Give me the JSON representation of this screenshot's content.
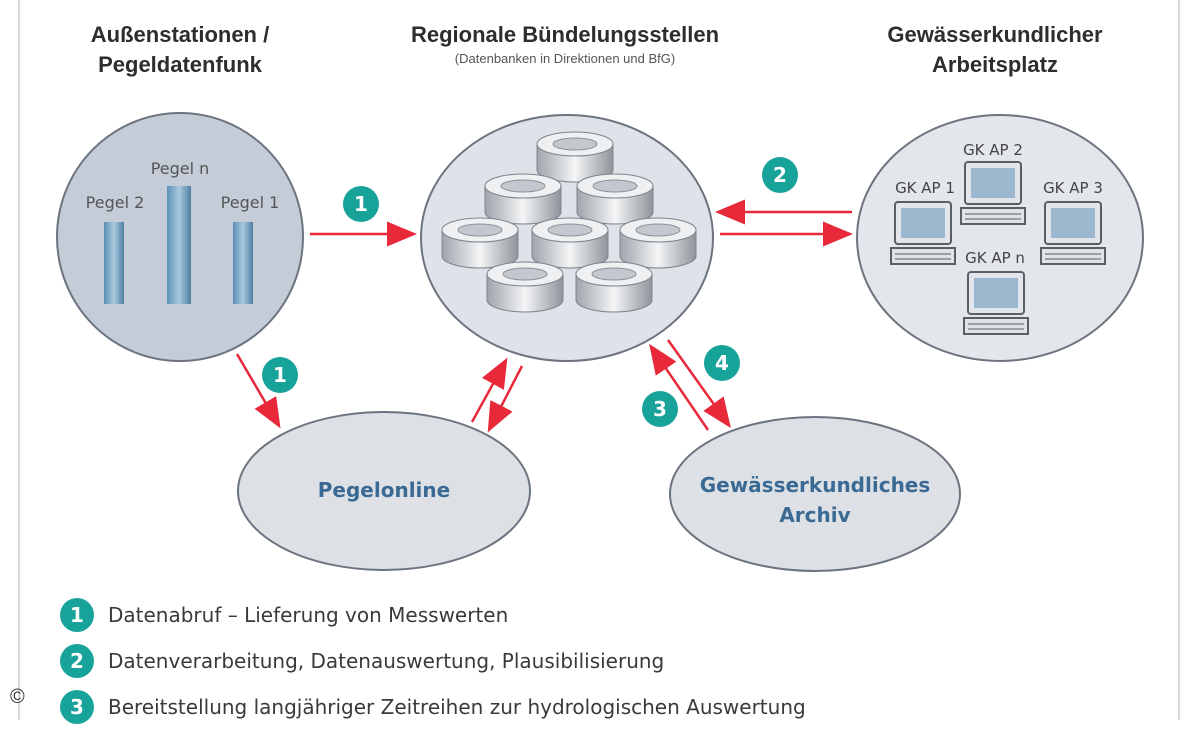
{
  "columns": [
    {
      "title_line1": "Außenstationen /",
      "title_line2": "Pegeldatenfunk",
      "subtitle": ""
    },
    {
      "title_line1": "Regionale Bündelungsstellen",
      "title_line2": "",
      "subtitle": "(Datenbanken in Direktionen und BfG)"
    },
    {
      "title_line1": "Gewässerkundlicher",
      "title_line2": "Arbeitsplatz",
      "subtitle": ""
    }
  ],
  "stations": {
    "pegel_n": "Pegel n",
    "pegel_2": "Pegel 2",
    "pegel_1": "Pegel 1"
  },
  "workstations": {
    "gkap1": "GK AP 1",
    "gkap2": "GK AP 2",
    "gkap3": "GK AP 3",
    "gkapn": "GK AP n"
  },
  "nodes": {
    "pegelonline": "Pegelonline",
    "archiv_line1": "Gewässerkundliches",
    "archiv_line2": "Archiv"
  },
  "markers": {
    "m_top_left": "1",
    "m_bottom_left": "1",
    "m_top_right": "2",
    "m_archiv_in": "3",
    "m_archiv_out": "4"
  },
  "legend": [
    {
      "num": "1",
      "text": "Datenabruf – Lieferung von Messwerten"
    },
    {
      "num": "2",
      "text": "Datenverarbeitung, Datenauswertung, Plausibilisierung"
    },
    {
      "num": "3",
      "text": "Bereitstellung langjähriger Zeitreihen zur hydrologischen Auswertung"
    }
  ],
  "copyright": "©",
  "colors": {
    "accent": "#17a39a",
    "arrow": "#e8293a",
    "node_fill": "#d9dde4",
    "node_text": "#3a6a94"
  }
}
